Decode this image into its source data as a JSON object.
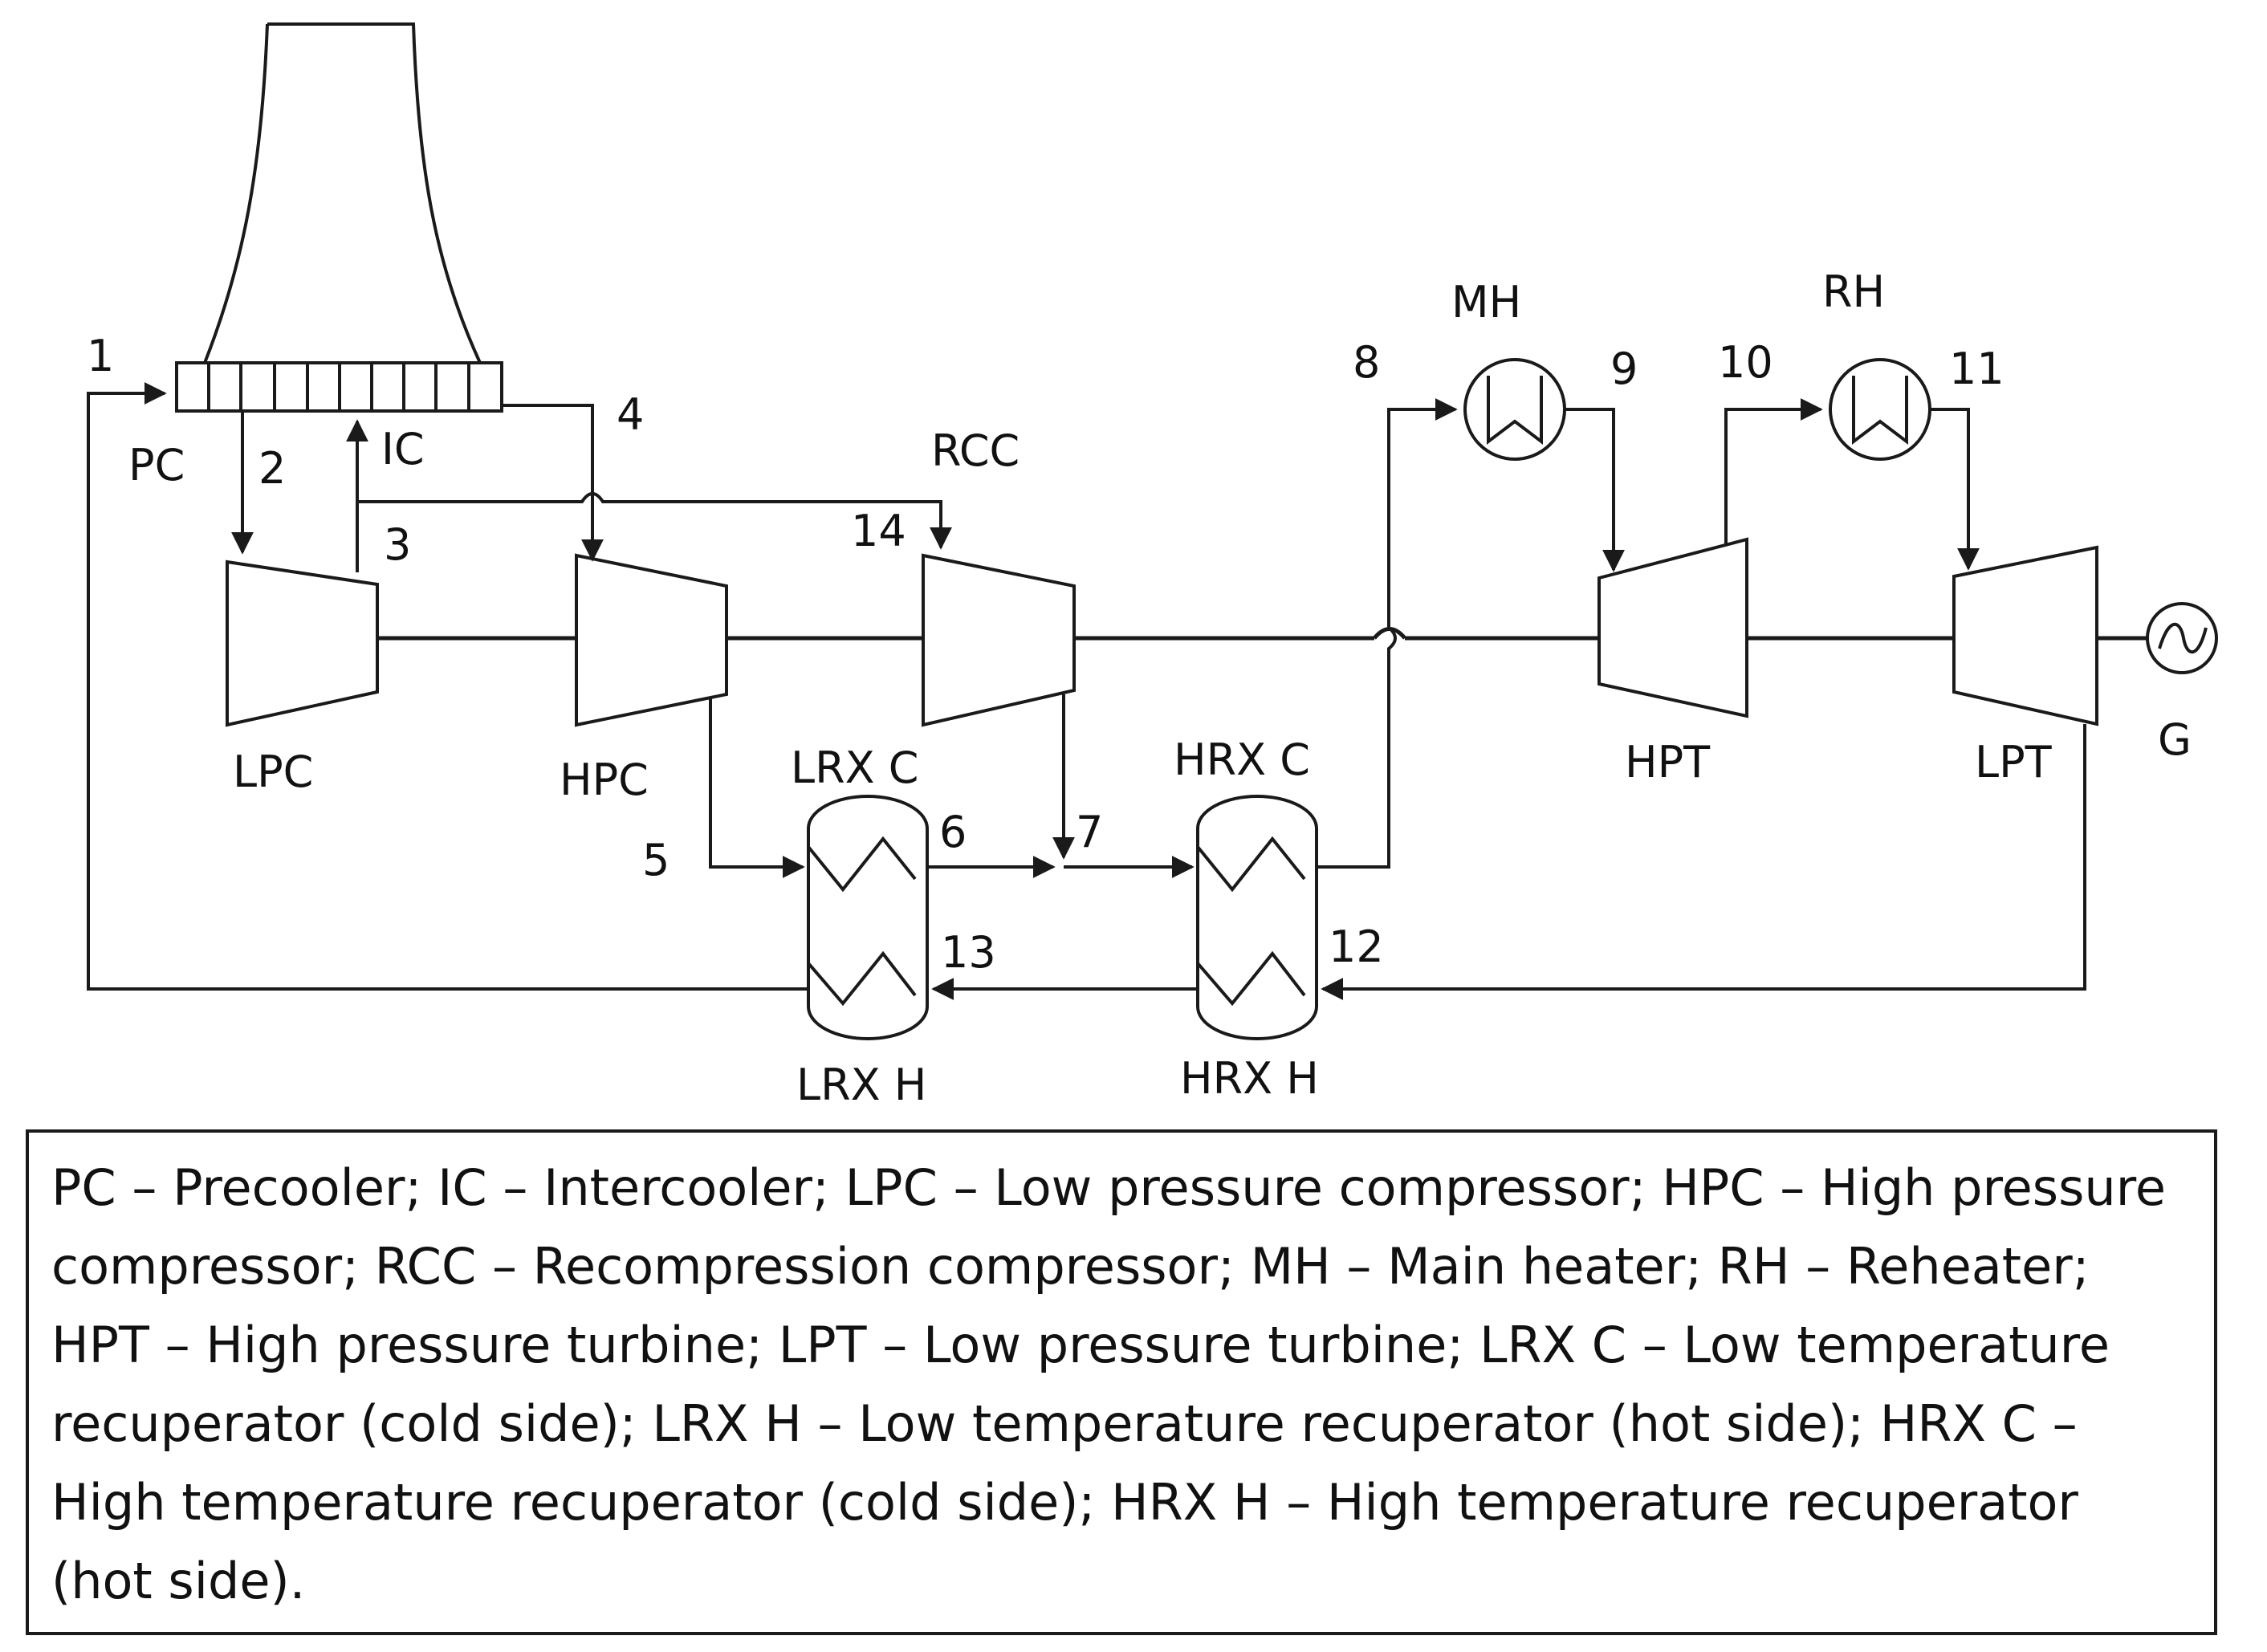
{
  "labels": {
    "pc": "PC",
    "ic": "IC",
    "lpc": "LPC",
    "hpc": "HPC",
    "rcc": "RCC",
    "mh": "MH",
    "rh": "RH",
    "hpt": "HPT",
    "lpt": "LPT",
    "g": "G",
    "lrx_c": "LRX C",
    "lrx_h": "LRX H",
    "hrx_c": "HRX C",
    "hrx_h": "HRX H"
  },
  "states": {
    "s1": "1",
    "s2": "2",
    "s3": "3",
    "s4": "4",
    "s5": "5",
    "s6": "6",
    "s7": "7",
    "s8": "8",
    "s9": "9",
    "s10": "10",
    "s11": "11",
    "s12": "12",
    "s13": "13",
    "s14": "14"
  },
  "legend": {
    "text": "PC – Precooler; IC – Intercooler; LPC – Low pressure compressor; HPC – High pressure compressor; RCC – Recompression compressor; MH – Main heater; RH – Reheater; HPT – High pressure turbine; LPT – Low pressure turbine; LRX C – Low temperature recuperator (cold side); LRX H – Low temperature recuperator (hot side); HRX C – High temperature recuperator (cold side); HRX H – High temperature recuperator (hot side)."
  }
}
